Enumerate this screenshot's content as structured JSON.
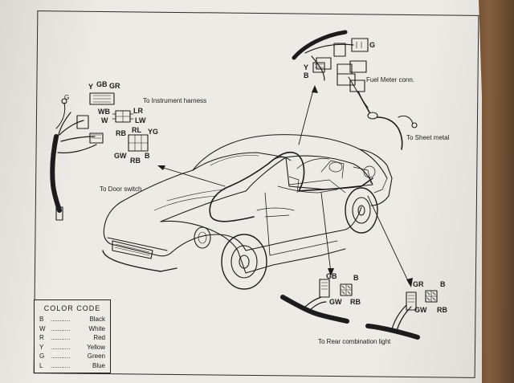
{
  "labels": {
    "instrument_harness": "To Instrument harness",
    "door_switch": "To Door switch",
    "fuel_meter": "Fuel Meter conn.",
    "sheet_metal": "To Sheet metal",
    "rear_combination": "To Rear combination light"
  },
  "wire_codes": {
    "g_top_left": "G",
    "y": "Y",
    "gb": "GB",
    "gr": "GR",
    "wb": "WB",
    "w": "W",
    "lr": "LR",
    "lw": "LW",
    "rb": "RB",
    "rl": "RL",
    "yg": "YG",
    "gw": "GW",
    "rb2": "RB",
    "b": "B",
    "fuel_y": "Y",
    "fuel_b": "B",
    "fuel_g": "G",
    "rear_l_gb": "GB",
    "rear_l_b": "B",
    "rear_l_gw": "GW",
    "rear_l_rb": "RB",
    "rear_r_gr": "GR",
    "rear_r_b": "B",
    "rear_r_gw": "GW",
    "rear_r_rb": "RB"
  },
  "legend": {
    "title": "COLOR CODE",
    "entries": [
      {
        "code": "B",
        "dots": "...........",
        "name": "Black"
      },
      {
        "code": "W",
        "dots": "...........",
        "name": "White"
      },
      {
        "code": "R",
        "dots": "...........",
        "name": "Red"
      },
      {
        "code": "Y",
        "dots": "...........",
        "name": "Yellow"
      },
      {
        "code": "G",
        "dots": "...........",
        "name": "Green"
      },
      {
        "code": "L",
        "dots": "...........",
        "name": "Blue"
      }
    ]
  },
  "colors": {
    "paper": "#ecebe6",
    "ink": "#1c1c1c",
    "table": "#7a5a3e"
  }
}
